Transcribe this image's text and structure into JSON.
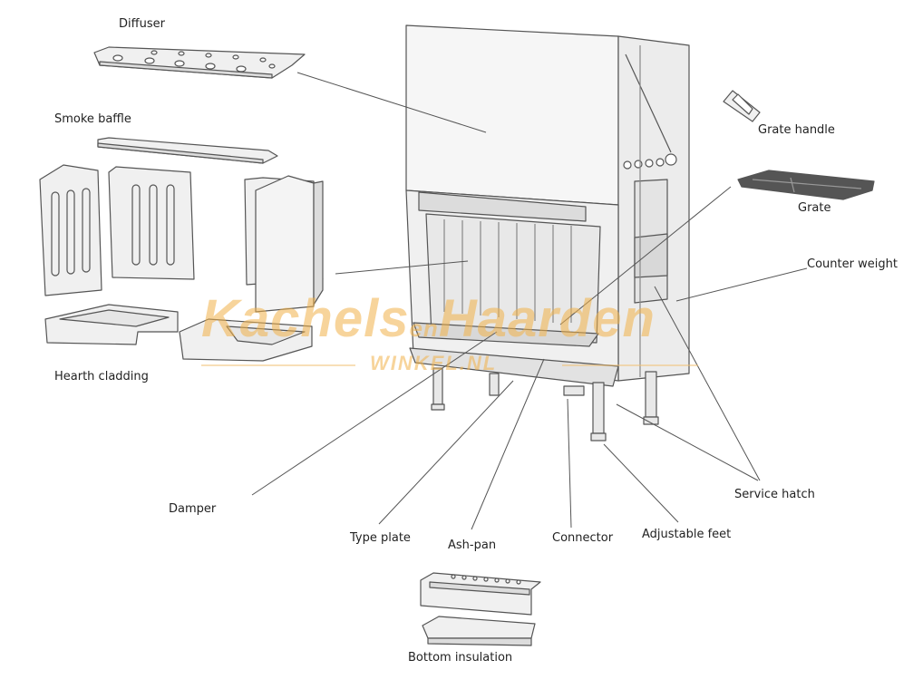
{
  "labels": {
    "diffuser": "Diffuser",
    "smoke_baffle": "Smoke baffle",
    "hearth_cladding": "Hearth cladding",
    "grate_handle": "Grate handle",
    "grate": "Grate",
    "counter_weight": "Counter weight",
    "damper": "Damper",
    "type_plate": "Type plate",
    "ash_pan": "Ash-pan",
    "connector": "Connector",
    "adjustable_feet": "Adjustable feet",
    "service_hatch": "Service hatch",
    "bottom_insulation": "Bottom insulation"
  },
  "watermark": {
    "main_word_1": "Kachels",
    "main_joiner": "en",
    "main_word_2": "Haarden",
    "sub": "WINKEL.NL"
  },
  "colors": {
    "line": "#555555",
    "part_fill": "#f0f0f0",
    "part_shade": "#dcdcdc",
    "grate_fill": "#555555",
    "watermark": "#f2b24a"
  }
}
